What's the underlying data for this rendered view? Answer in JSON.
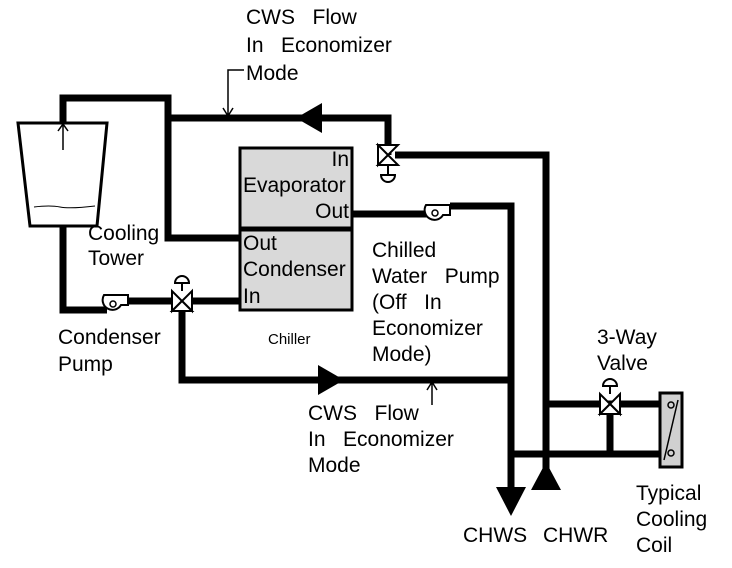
{
  "labels": {
    "cws_top": [
      "CWS   Flow",
      "In   Economizer",
      "Mode"
    ],
    "cws_bottom": [
      "CWS   Flow",
      "In   Economizer",
      "Mode"
    ],
    "evap_in": "In",
    "evap_name": "Evaporator",
    "evap_out": "Out",
    "cond_out": "Out",
    "cond_name": "Condenser",
    "cond_in": "In",
    "chiller": "Chiller",
    "cooling_tower": [
      "Cooling",
      "Tower"
    ],
    "condenser_pump": [
      "Condenser",
      "Pump"
    ],
    "chilled_water_pump": [
      "Chilled",
      "Water   Pump",
      "(Off   In",
      "Economizer",
      "Mode)"
    ],
    "three_way_valve": [
      "3-Way",
      "Valve"
    ],
    "coil": [
      "Typical",
      "Cooling",
      "Coil"
    ],
    "chws": "CHWS",
    "chwr": "CHWR"
  },
  "colors": {
    "line": "#000000",
    "box_fill": "#d9d9d9",
    "coil_fill": "#d0d0d0",
    "background": "#ffffff"
  }
}
